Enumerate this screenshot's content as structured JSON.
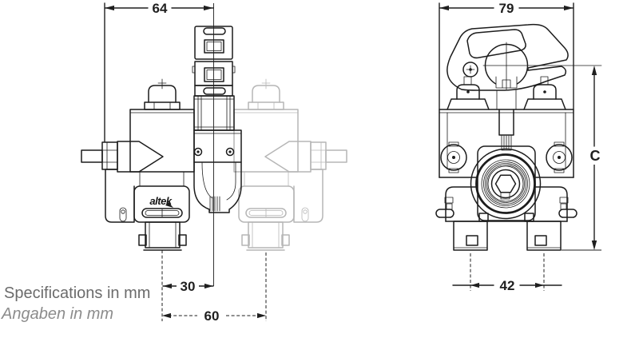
{
  "drawing": {
    "brand": "altek",
    "notes": {
      "en": "Specifications in mm",
      "de": "Angaben in mm"
    },
    "side_view": {
      "label": "valve side view with alternate rotated position (ghost)",
      "dim_width_top": "64",
      "dim_center_offset": "30",
      "dim_overall_width": "60"
    },
    "front_view": {
      "label": "valve front view with clamp lever",
      "dim_width_top": "79",
      "dim_feet_spacing": "42",
      "dim_height": "C"
    },
    "colors": {
      "line": "#1c1c1c",
      "ghost": "#b6b6b6",
      "dimension": "#1f1f1f",
      "note_text": "#6b6b6b",
      "note_text_italic": "#8c8c8c",
      "background": "#ffffff"
    }
  }
}
